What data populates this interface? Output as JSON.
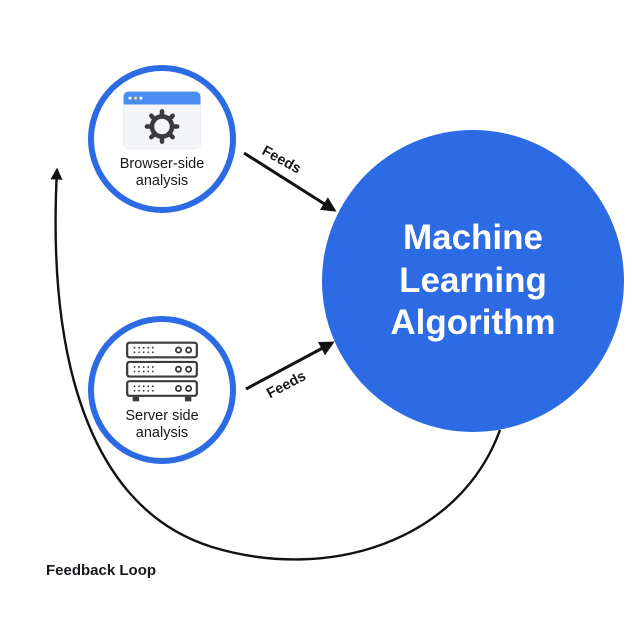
{
  "colors": {
    "accent": "#2c6be4",
    "line": "#121212",
    "icon_stroke": "#3b3b3f",
    "browser_bar": "#4b8cf0",
    "icon_bg": "#f4f5f8",
    "text_dark": "#17181c",
    "circle_text": "#ffffff"
  },
  "diagram": {
    "center_node": {
      "label": "Machine Learning Algorithm"
    },
    "nodes": [
      {
        "id": "browser",
        "label": "Browser-side analysis",
        "icon": "browser-gear-icon"
      },
      {
        "id": "server",
        "label": "Server side analysis",
        "icon": "server-stack-icon"
      }
    ],
    "edges": [
      {
        "id": "feeds-top",
        "from": "browser",
        "to": "center",
        "label": "Feeds"
      },
      {
        "id": "feeds-bottom",
        "from": "server",
        "to": "center",
        "label": "Feeds"
      },
      {
        "id": "feedback-loop",
        "from": "center",
        "to": "browser",
        "label": "Feedback Loop"
      }
    ]
  }
}
